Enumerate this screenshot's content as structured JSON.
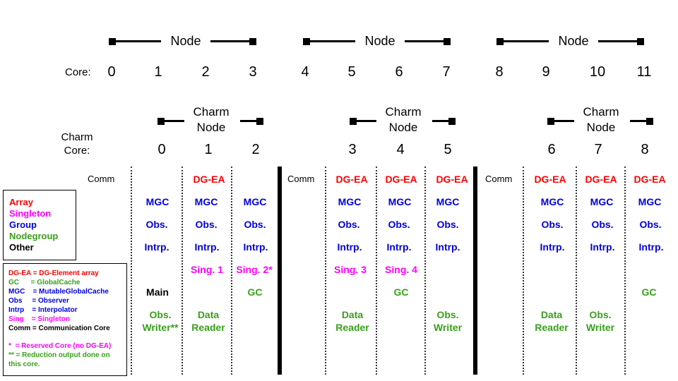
{
  "nodes": {
    "labels": [
      "Node",
      "Node",
      "Node"
    ]
  },
  "cores": {
    "title": "Core:",
    "numbers": [
      "0",
      "1",
      "2",
      "3",
      "4",
      "5",
      "6",
      "7",
      "8",
      "9",
      "10",
      "11"
    ]
  },
  "charm_nodes": {
    "labels": [
      "Charm\nNode",
      "Charm\nNode",
      "Charm\nNode"
    ]
  },
  "charm_cores": {
    "title": "Charm\nCore:",
    "numbers": [
      "0",
      "1",
      "2",
      "3",
      "4",
      "5",
      "6",
      "7",
      "8"
    ]
  },
  "comm_label": "Comm",
  "colors": {
    "array": "#ff0000",
    "singleton": "#ff00ff",
    "group": "#0000dd",
    "nodegroup": "#38a01a",
    "other": "#000000"
  },
  "cells": {
    "dgea": "DG-EA",
    "mgc": "MGC",
    "obs": "Obs.",
    "intrp": "Intrp.",
    "sing1": "Sing. 1",
    "sing2": "Sing. 2*",
    "sing3": "Sing. 3",
    "sing4": "Sing. 4",
    "main": "Main",
    "gc": "GC",
    "obs_writer_star": "Obs.\nWriter**",
    "obs_writer": "Obs.\nWriter",
    "data_reader": "Data\nReader"
  },
  "legend_types": {
    "array": "Array",
    "singleton": "Singleton",
    "group": "Group",
    "nodegroup": "Nodegroup",
    "other": "Other"
  },
  "legend_abbrev": {
    "dgea": "DG-EA = DG-Element array",
    "gc": "GC      = GlobalCache",
    "mgc": "MGC    = MutableGlobalCache",
    "obs": "Obs     = Observer",
    "intrp": "Intrp    = Interpolator",
    "sing": "Sing    = Singleton",
    "comm": "Comm = Communication Core",
    "reserved": "*  = Reserved Core (no DG-EA)",
    "reduction": "** = Reduction output done on\nthis core."
  }
}
